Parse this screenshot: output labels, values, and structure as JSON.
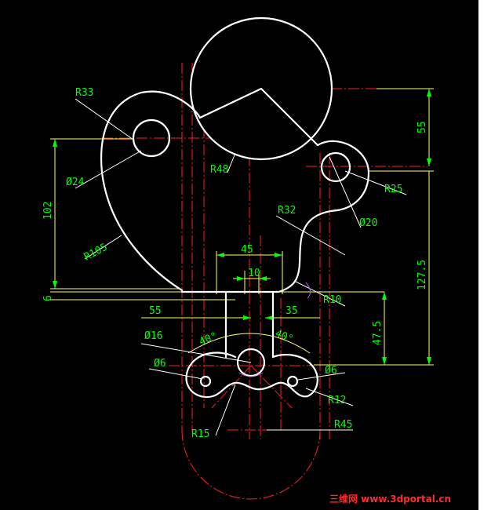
{
  "labels": {
    "r33": "R33",
    "d24": "Ø24",
    "r48": "R48",
    "dim55_top": "55",
    "r25": "R25",
    "d20": "Ø20",
    "r32": "R32",
    "dim102": "102",
    "r105": "R105",
    "dim45": "45",
    "dim10": "10",
    "r10": "R10",
    "dim6_left": "6",
    "dim55_left": "55",
    "dim35": "35",
    "dim47_5": "47.5",
    "dim127_5": "127.5",
    "d16": "Ø16",
    "ang40_left": "40°",
    "ang40_right": "40°",
    "d6_left": "Ø6",
    "d6_right": "Ø6",
    "r12": "R12",
    "r15": "R15",
    "r45": "R45"
  },
  "watermark": "三维网 www.3dportal.cn",
  "colors": {
    "background": "#000000",
    "outline": "#ffffff",
    "dimension": "#00ff00",
    "center_line": "#ff0000",
    "dim_ext": "#ffff66",
    "leader": "#ffff00",
    "watermark": "#ff2a2a"
  }
}
